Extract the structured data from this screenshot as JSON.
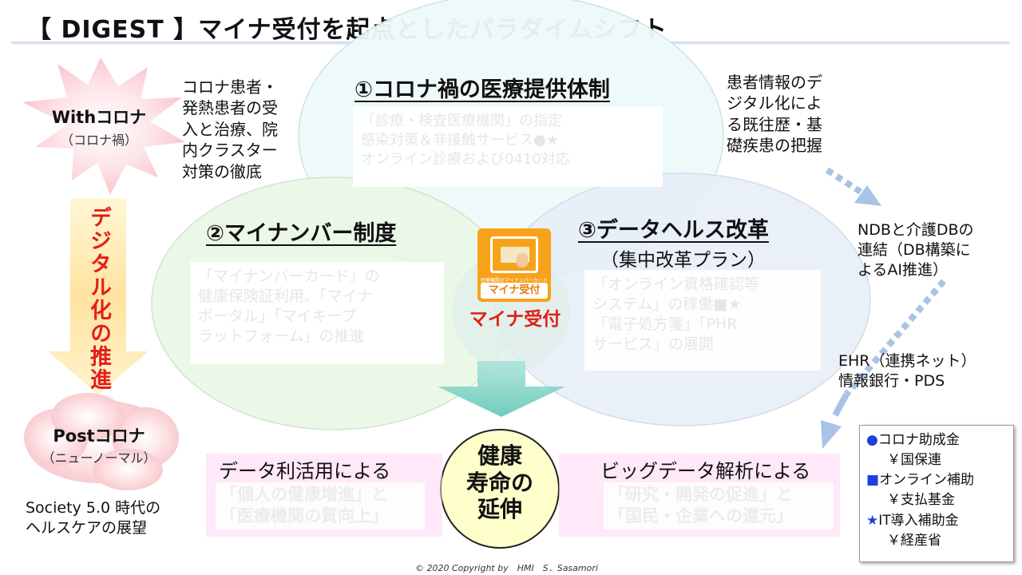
{
  "title": "【 DIGEST 】マイナ受付を起点としたパラダイムシフト",
  "left": {
    "with_title": "Withコロナ",
    "with_sub": "（コロナ禍）",
    "digital_arrow_text": "デジタル化の推進",
    "post_title": "Postコロナ",
    "post_sub": "（ニューノーマル）",
    "society_lines": [
      "Society 5.0 時代の",
      "ヘルスケアの展望"
    ]
  },
  "notes": {
    "corona_lines": [
      "コロナ患者・",
      "発熱患者の受",
      "入と治療、院",
      "内クラスター",
      "対策の徹底"
    ],
    "patient_lines": [
      "患者情報のデ",
      "ジタル化によ",
      "る既往歴・基",
      "礎疾患の把握"
    ],
    "ndb_lines": [
      "NDBと介護DBの",
      "連結（DB構築に",
      "よるAI推進）"
    ],
    "ehr_lines": [
      "EHR（連携ネット）",
      "情報銀行・PDS"
    ]
  },
  "circles": {
    "c1": {
      "title": "①コロナ禍の医療提供体制",
      "box_lines": [
        "「診療・検査医療機関」の指定",
        "感染対策＆非接触サービス●★",
        "オンライン診療および0410対応"
      ]
    },
    "c2": {
      "title": "②マイナンバー制度",
      "box_lines": [
        "「マイナンバーカード」の",
        "健康保険証利用、「マイナ",
        "ポータル」「マイキープ",
        "ラットフォーム」の推進"
      ]
    },
    "c3": {
      "title": "③データヘルス改革",
      "subtitle": "（集中改革プラン）",
      "box_lines": [
        "「オンライン資格確認等",
        "システム」の稼働■★",
        "「電子処方箋」「PHR",
        "サービス」の展開"
      ]
    }
  },
  "center": {
    "logo_header": "医療機関のマイナンバーカード",
    "logo_label": "マイナ受付",
    "label": "マイナ受付",
    "bottom_lines": [
      "健康",
      "寿命の",
      "延伸"
    ]
  },
  "bands": {
    "left_head": "データ利活用による",
    "left_faded": [
      "「個人の健康増進」と",
      "「医療機関の質向上」"
    ],
    "right_head": "ビッグデータ解析による",
    "right_faded": [
      "「研究・開発の促進」と",
      "「国民・企業への還元」"
    ]
  },
  "legend": {
    "items": [
      {
        "symbol": "●",
        "label": "コロナ助成金",
        "sub": "￥国保連",
        "color": "#1f3fe0"
      },
      {
        "symbol": "■",
        "label": "オンライン補助",
        "sub": "￥支払基金",
        "color": "#1f3fe0"
      },
      {
        "symbol": "★",
        "label": "IT導入補助金",
        "sub": "￥経産省",
        "color": "#1f3fe0"
      }
    ]
  },
  "copyright": "© 2020 Copyright by　HMI　S．Sasamori",
  "colors": {
    "accent_red": "#e0201a",
    "arrow_blue": "#a9c3e6",
    "orange_logo": "#f7a21b",
    "center_fill": "#ffffcc"
  }
}
